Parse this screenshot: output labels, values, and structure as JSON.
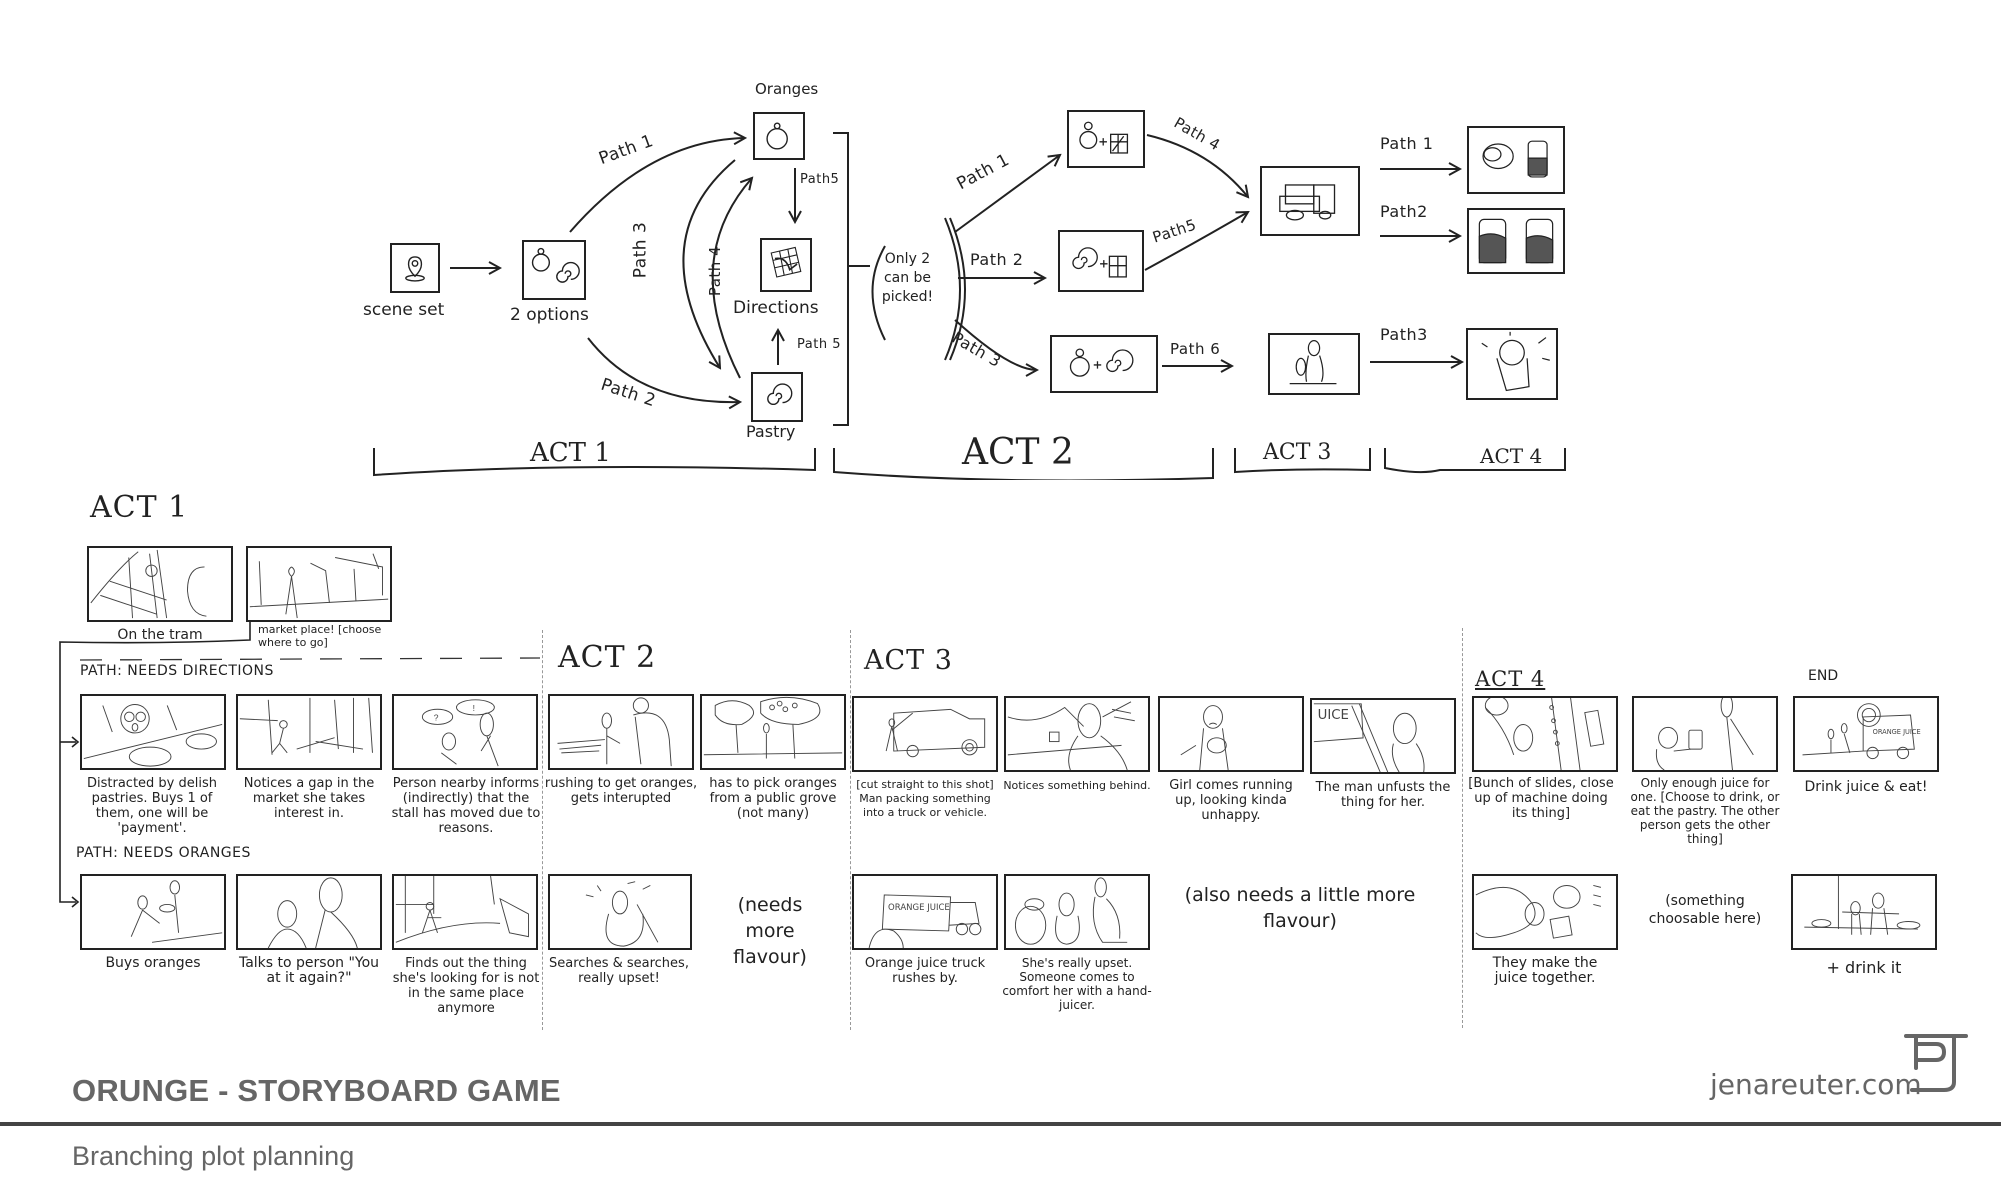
{
  "flowchart": {
    "nodes": {
      "scene_set": "scene set",
      "two_options": "2 options",
      "oranges": "Oranges",
      "directions": "Directions",
      "pastry": "Pastry",
      "only_two": "Only 2 can be picked!"
    },
    "paths": {
      "a1_path1": "Path 1",
      "a1_path2": "Path 2",
      "a1_path3": "Path 3",
      "a1_path4": "Path 4",
      "a1_path5_top": "Path5",
      "a1_path5_bottom": "Path 5",
      "a2_path1": "Path 1",
      "a2_path2": "Path 2",
      "a2_path3": "Path 3",
      "a2_path4": "Path 4",
      "a2_path5": "Path5",
      "a2_path6": "Path 6",
      "a3_path1": "Path 1",
      "a3_path2": "Path2",
      "a3_path3": "Path3"
    },
    "acts": [
      "ACT 1",
      "ACT 2",
      "ACT 3",
      "ACT 4"
    ]
  },
  "storyboard": {
    "act1": {
      "heading": "ACT 1",
      "panels": [
        {
          "caption": "On the tram"
        },
        {
          "caption": "market place! [choose where to go]"
        }
      ],
      "path_directions_label": "PATH: NEEDS DIRECTIONS",
      "path_oranges_label": "PATH: NEEDS ORANGES",
      "directions_panels": [
        {
          "caption": "Distracted by delish pastries. Buys 1 of them, one will be 'payment'."
        },
        {
          "caption": "Notices a gap in the market she takes interest in."
        },
        {
          "caption": "Person nearby informs (indirectly) that the stall has moved due to reasons."
        }
      ],
      "oranges_panels": [
        {
          "caption": "Buys oranges"
        },
        {
          "caption": "Talks to person \"You at it again?\""
        },
        {
          "caption": "Finds out the thing she's looking for is not in the same place anymore"
        }
      ]
    },
    "act2": {
      "heading": "ACT 2",
      "top_panels": [
        {
          "caption": "rushing to get oranges, gets interupted"
        },
        {
          "caption": "has to pick oranges from a public grove (not many)"
        }
      ],
      "bottom_panels": [
        {
          "caption": "Searches & searches, really upset!"
        }
      ],
      "note": "(needs more flavour)"
    },
    "act3": {
      "heading": "ACT 3",
      "top_panels": [
        {
          "caption": "[cut straight to this shot] Man packing something into a truck or vehicle."
        },
        {
          "caption": "Notices something behind."
        },
        {
          "caption": "Girl comes running up, looking kinda unhappy."
        },
        {
          "caption": "The man unfusts the thing for her."
        }
      ],
      "bottom_panels": [
        {
          "caption": "Orange juice truck rushes by."
        },
        {
          "caption": "She's really upset. Someone comes to comfort her with a hand-juicer."
        }
      ],
      "note": "(also needs a little more flavour)",
      "truck_sign": "ORANGE JUICE",
      "juice_sign": "UICE"
    },
    "act4": {
      "heading": "ACT 4",
      "end_label": "END",
      "top_panels": [
        {
          "caption": "[Bunch of slides, close up of machine doing its thing]"
        },
        {
          "caption": "Only enough juice for one. [Choose to drink, or eat the pastry. The other person gets the other thing]"
        },
        {
          "caption": "Drink juice & eat!"
        }
      ],
      "bottom_panels": [
        {
          "caption": "They make the juice together."
        },
        {
          "caption": "+ drink it"
        }
      ],
      "note": "(something choosable here)",
      "truck_sign": "ORANGE JUICE"
    }
  },
  "footer": {
    "title": "ORUNGE - STORYBOARD GAME",
    "subtitle": "Branching plot planning",
    "brand": "jenareuter.com",
    "logo": "RJ-monogram-icon"
  }
}
